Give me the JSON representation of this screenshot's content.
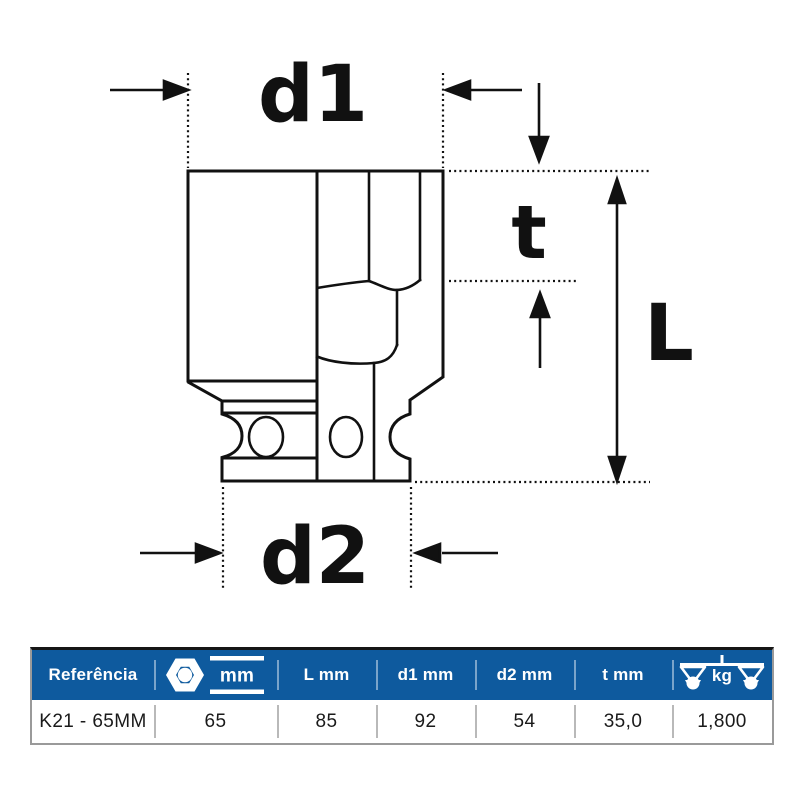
{
  "diagram": {
    "labels": {
      "d1": "d1",
      "t": "t",
      "L": "L",
      "d2": "d2"
    }
  },
  "table": {
    "header": {
      "referencia": "Referência",
      "hex_unit": "mm",
      "l_mm": "L mm",
      "d1_mm": "d1 mm",
      "d2_mm": "d2 mm",
      "t_mm": "t mm",
      "weight_unit": "kg"
    },
    "row": {
      "referencia": "K21 - 65MM",
      "hex_mm": "65",
      "l_mm": "85",
      "d1_mm": "92",
      "d2_mm": "54",
      "t_mm": "35,0",
      "weight_kg": "1,800"
    },
    "icons": {
      "hex": "hex-nut-icon",
      "weight": "scale-icon"
    },
    "colors": {
      "header_bg": "#0e5a9e",
      "header_text": "#ffffff",
      "row_text": "#1a1a1a"
    }
  }
}
